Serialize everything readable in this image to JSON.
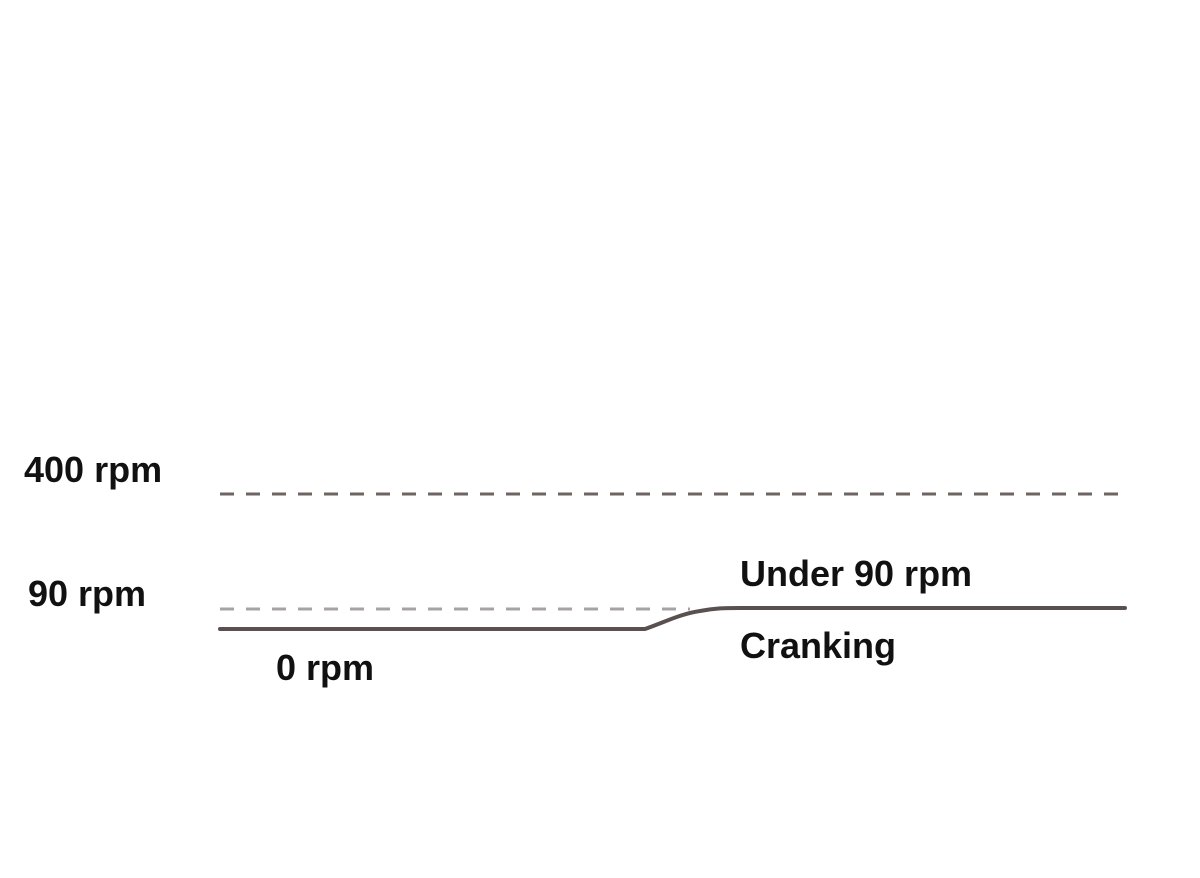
{
  "diagram": {
    "thresholds": {
      "upper_label": "400 rpm",
      "lower_label": "90 rpm"
    },
    "speed_trace": {
      "start_label": "0 rpm",
      "end_label_top": "Under 90 rpm",
      "end_label_bottom": "Cranking"
    },
    "colors": {
      "upper_threshold_line": "#6e6462",
      "lower_threshold_line": "#a8a3a3",
      "speed_trace_line": "#5a504f",
      "text": "#111111"
    }
  }
}
